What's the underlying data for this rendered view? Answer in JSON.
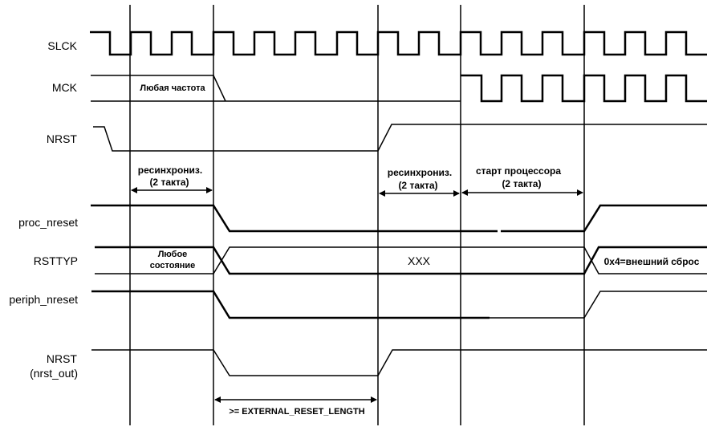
{
  "signals": {
    "slck": "SLCK",
    "mck": "MCK",
    "nrst": "NRST",
    "proc_nreset": "proc_nreset",
    "rsttyp": "RSTTYP",
    "periph_nreset": "periph_nreset",
    "nrst_out_line1": "NRST",
    "nrst_out_line2": "(nrst_out)"
  },
  "annotations": {
    "mck_any_freq": "Любая частота",
    "resync_1_line1": "ресинхрониз.",
    "resync_1_line2": "(2 такта)",
    "resync_2_line1": "ресинхрониз.",
    "resync_2_line2": "(2 такта)",
    "cpu_start_line1": "старт процессора",
    "cpu_start_line2": "(2 такта)",
    "rsttyp_any_line1": "Любое",
    "rsttyp_any_line2": "состояние",
    "rsttyp_xxx": "XXX",
    "rsttyp_value": "0x4=внешний сброс",
    "reset_length": ">= EXTERNAL_RESET_LENGTH"
  }
}
